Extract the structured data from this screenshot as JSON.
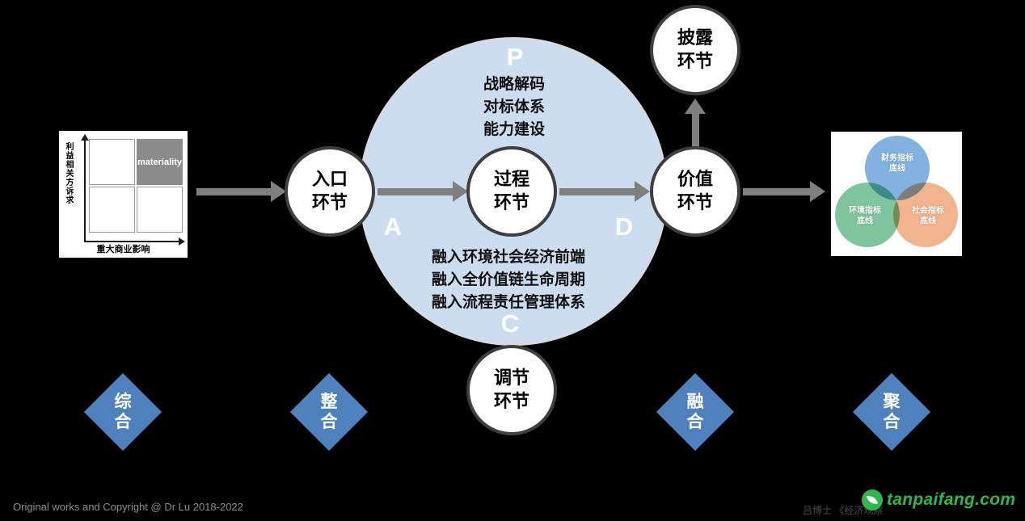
{
  "pdca": {
    "p": "P",
    "a": "A",
    "c": "C",
    "d": "D"
  },
  "p_items": [
    "战略解码",
    "对标体系",
    "能力建设"
  ],
  "c_items": [
    "融入环境社会经济前端",
    "融入全价值链生命周期",
    "融入流程责任管理体系"
  ],
  "nodes": {
    "entry": "入口\n环节",
    "process": "过程\n环节",
    "value": "价值\n环节",
    "disclosure": "披露\n环节",
    "adjust": "调节\n环节"
  },
  "matrix": {
    "y_axis_label": "利益相关方诉求",
    "x_axis_label": "重大商业影响",
    "highlight_cell_label": "materiality"
  },
  "venn": {
    "finance": "财务指标\n底线",
    "environment": "环境指标\n底线",
    "social": "社会指标\n底线"
  },
  "diamonds": [
    "综\n合",
    "整\n合",
    "融\n合",
    "聚\n合"
  ],
  "footer": {
    "copyright": "Original works and Copyright @ Dr Lu 2018-2022",
    "credit": "吕博士 《经济观察",
    "logo_text": "tanpaifang.com"
  },
  "colors": {
    "background": "#000000",
    "cycle_fill": "#cdddf0",
    "node_border": "#3f3f3f",
    "arrow_gray": "#7f7f7f",
    "diamond_blue": "#4f81bd",
    "venn_blue": "#6fa8dc",
    "venn_green": "#6dbd92",
    "venn_orange": "#f2a97e",
    "logo_green": "#2db84b"
  }
}
